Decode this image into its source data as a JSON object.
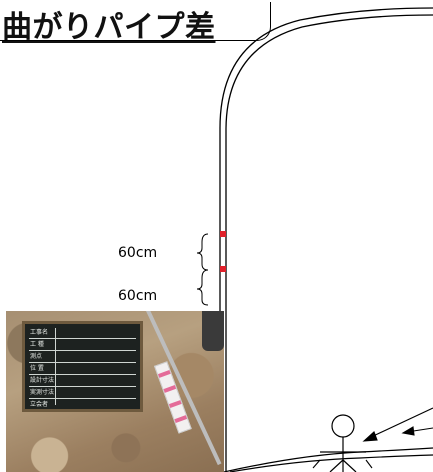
{
  "title": "曲がりパイプ差",
  "labels": {
    "spacing_top": "60cm",
    "spacing_bottom": "60cm"
  },
  "photo": {
    "board_text": {
      "project_label": "工事名",
      "project_value": "",
      "section_label": "工 種",
      "section_value": "",
      "location_label": "測点",
      "item_label": "位 置",
      "item_value": "",
      "design_label": "設計寸法",
      "design_value": "",
      "actual_label": "実測寸法",
      "actual_value": "",
      "note_label": "立会者"
    }
  },
  "colors": {
    "pipe_line": "#000000",
    "marker": "#e0202a",
    "background": "#ffffff"
  }
}
